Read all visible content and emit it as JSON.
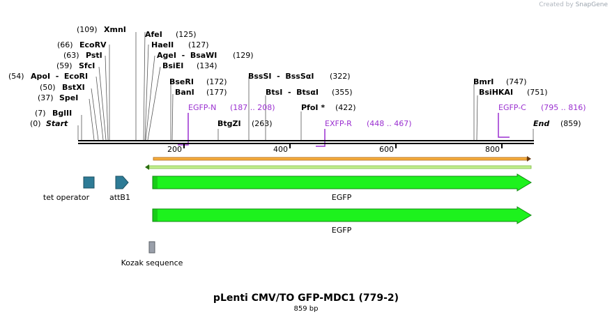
{
  "credit": {
    "prefix": "Created by",
    "brand": "SnapGene"
  },
  "title": "pLenti CMV/TO GFP-MDC1 (779-2)",
  "subtitle": "859 bp",
  "ticks": [
    "200",
    "400",
    "600",
    "800"
  ],
  "sites": [
    {
      "pos": "(109)",
      "name": "XmnI"
    },
    {
      "pos": "(125)",
      "name": "AfeI"
    },
    {
      "pos": "(66)",
      "name": "EcoRV"
    },
    {
      "pos": "(127)",
      "name": "HaeII"
    },
    {
      "pos": "(63)",
      "name": "PstI"
    },
    {
      "pos": "(129)",
      "name": "AgeI  -  BsaWI"
    },
    {
      "pos": "(59)",
      "name": "SfcI"
    },
    {
      "pos": "(134)",
      "name": "BsiEI"
    },
    {
      "pos": "(54)",
      "name": "ApoI  -  EcoRI"
    },
    {
      "pos": "(50)",
      "name": "BstXI"
    },
    {
      "pos": "(37)",
      "name": "SpeI"
    },
    {
      "pos": "(7)",
      "name": "BglII"
    },
    {
      "pos": "(0)",
      "name": "Start"
    },
    {
      "pos": "(172)",
      "name": "BseRI"
    },
    {
      "pos": "(177)",
      "name": "BanI"
    },
    {
      "pos": "(322)",
      "name": "BssSI  -  BssSαI"
    },
    {
      "pos": "(355)",
      "name": "BtsI  -  BtsαI"
    },
    {
      "pos": "(422)",
      "name": "PfoI *"
    },
    {
      "pos": "(263)",
      "name": "BtgZI"
    },
    {
      "pos": "(747)",
      "name": "BmrI"
    },
    {
      "pos": "(751)",
      "name": "BsiHKAI"
    },
    {
      "pos": "(859)",
      "name": "End"
    }
  ],
  "primers": [
    {
      "name": "EGFP-N",
      "range": "(187 .. 208)"
    },
    {
      "name": "EXFP-R",
      "range": "(448 .. 467)"
    },
    {
      "name": "EGFP-C",
      "range": "(795 .. 816)"
    }
  ],
  "features": [
    {
      "name": "tet operator",
      "color": "#2e7b96"
    },
    {
      "name": "attB1",
      "color": "#2e7b96"
    },
    {
      "name": "EGFP",
      "color": "#1df21d"
    },
    {
      "name": "EGFP",
      "color": "#1df21d"
    },
    {
      "name": "Kozak sequence",
      "color": "#9aa0aa"
    }
  ],
  "colors": {
    "primer": "#9a2fd0",
    "orf_fill": "#f6ad3d",
    "orf_stroke": "#b06a1a",
    "orf2_fill": "#c2ef8e"
  }
}
